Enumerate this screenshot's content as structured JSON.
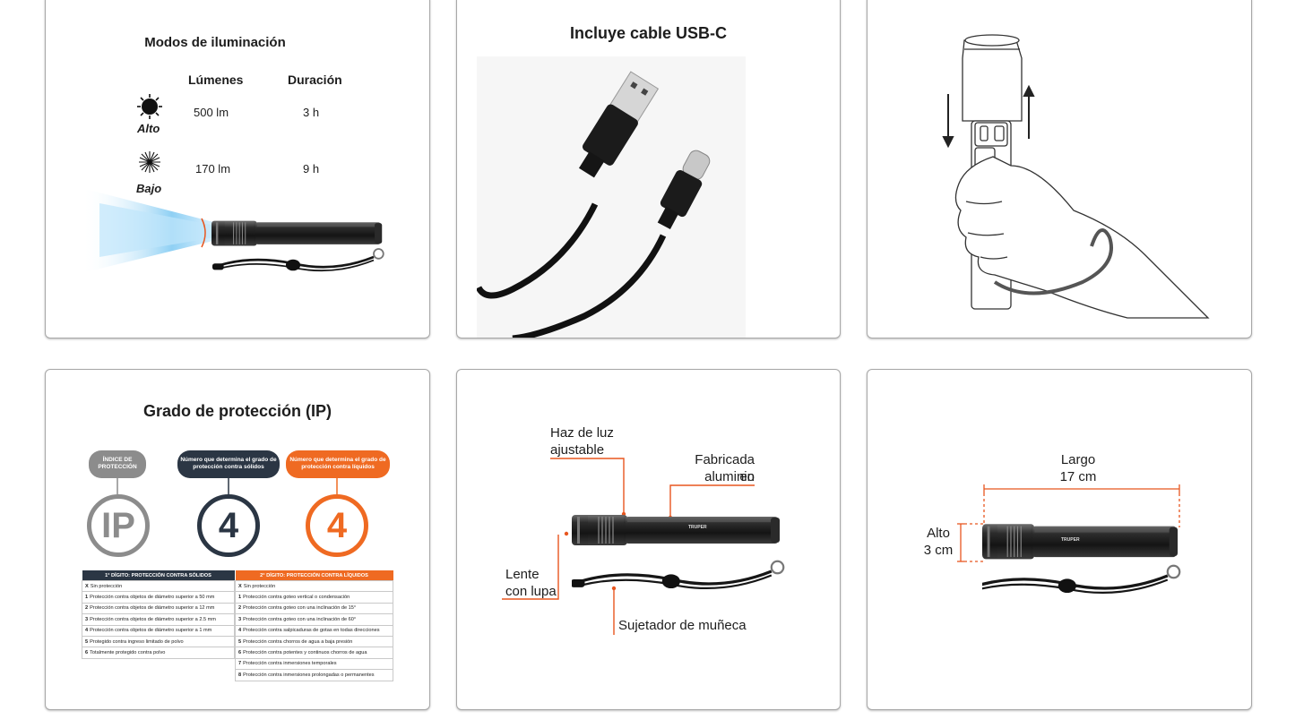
{
  "panel1": {
    "title": "Modos de iluminación",
    "header_lumens": "Lúmenes",
    "header_duration": "Duración",
    "modes": [
      {
        "name": "Alto",
        "lumens": "500 lm",
        "duration": "3 h",
        "icon": "sun-full-icon"
      },
      {
        "name": "Bajo",
        "lumens": "170 lm",
        "duration": "9 h",
        "icon": "sun-rays-icon"
      }
    ]
  },
  "panel2": {
    "title": "Incluye cable USB-C"
  },
  "panel4": {
    "title": "Grado de protección (IP)",
    "pills": [
      {
        "text": "ÍNDICE DE PROTECCIÓN",
        "color": "#8c8c8c"
      },
      {
        "text": "Número que determina el grado de protección contra sólidos",
        "color": "#2b3644"
      },
      {
        "text": "Número que determina el grado de protección contra líquidos",
        "color": "#ef6a22"
      }
    ],
    "circles": [
      {
        "text": "IP",
        "color": "#8c8c8c"
      },
      {
        "text": "4",
        "color": "#2b3644"
      },
      {
        "text": "4",
        "color": "#ef6a22"
      }
    ],
    "table_left_header": "1° DÍGITO: PROTECCIÓN CONTRA SÓLIDOS",
    "table_right_header": "2° DÍGITO: PROTECCIÓN CONTRA LÍQUIDOS",
    "solids": [
      {
        "digit": "X",
        "text": "Sin protección"
      },
      {
        "digit": "1",
        "text": "Protección contra objetos de diámetro superior a 50 mm"
      },
      {
        "digit": "2",
        "text": "Protección contra objetos de diámetro superior a 12 mm"
      },
      {
        "digit": "3",
        "text": "Protección contra objetos de diámetro superior a 2.5 mm"
      },
      {
        "digit": "4",
        "text": "Protección contra objetos de diámetro superior a 1 mm"
      },
      {
        "digit": "5",
        "text": "Protegido contra ingreso limitado de polvo"
      },
      {
        "digit": "6",
        "text": "Totalmente protegido contra polvo"
      }
    ],
    "liquids": [
      {
        "digit": "X",
        "text": "Sin protección"
      },
      {
        "digit": "1",
        "text": "Protección contra goteo vertical o condensación"
      },
      {
        "digit": "2",
        "text": "Protección contra goteo con una inclinación de 15°"
      },
      {
        "digit": "3",
        "text": "Protección contra goteo con una inclinación de 60°"
      },
      {
        "digit": "4",
        "text": "Protección contra salpicaduras de gotas en todas direcciones"
      },
      {
        "digit": "5",
        "text": "Protección contra chorros de agua a baja presión"
      },
      {
        "digit": "6",
        "text": "Protección contra potentes y continuos chorros de agua"
      },
      {
        "digit": "7",
        "text": "Protección contra inmersiones temporales"
      },
      {
        "digit": "8",
        "text": "Protección contra inmersiones prolongadas o permanentes"
      }
    ]
  },
  "panel5": {
    "label_beam_1": "Haz de luz",
    "label_beam_2": "ajustable",
    "label_alu_1": "Fabricada en",
    "label_alu_2": "aluminio",
    "label_lens_1": "Lente",
    "label_lens_2": "con lupa",
    "label_strap": "Sujetador de muñeca",
    "brand": "TRUPER"
  },
  "panel6": {
    "length_label": "Largo",
    "length_value": "17 cm",
    "height_label": "Alto",
    "height_value": "3 cm",
    "brand": "TRUPER"
  },
  "colors": {
    "accent": "#e8561f",
    "panel_border": "#a8a8a8",
    "beam": "#7cc4ee"
  }
}
